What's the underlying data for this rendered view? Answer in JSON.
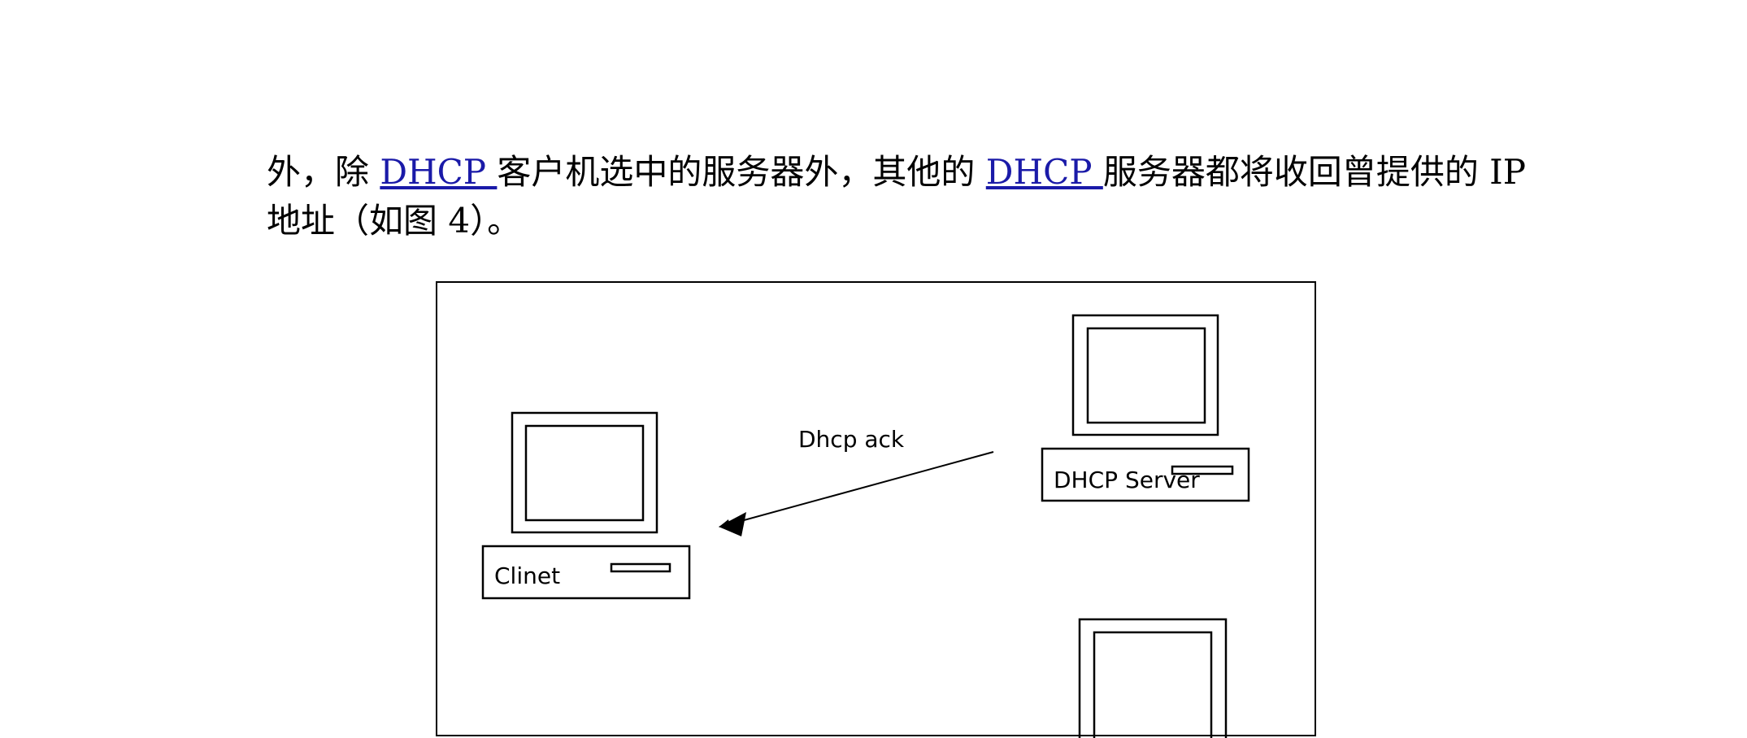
{
  "paragraph": {
    "line1": {
      "part1": "外，除 ",
      "link1": "DHCP ",
      "part2": "客户机选中的服务器外，其他的 ",
      "link2": "DHCP ",
      "part3": "服务器都将收回曾提供的 IP"
    },
    "line2": "地址（如图 4）。"
  },
  "figure": {
    "client_label": "Clinet",
    "server_label": "DHCP Server",
    "message_label": "Dhcp ack"
  }
}
